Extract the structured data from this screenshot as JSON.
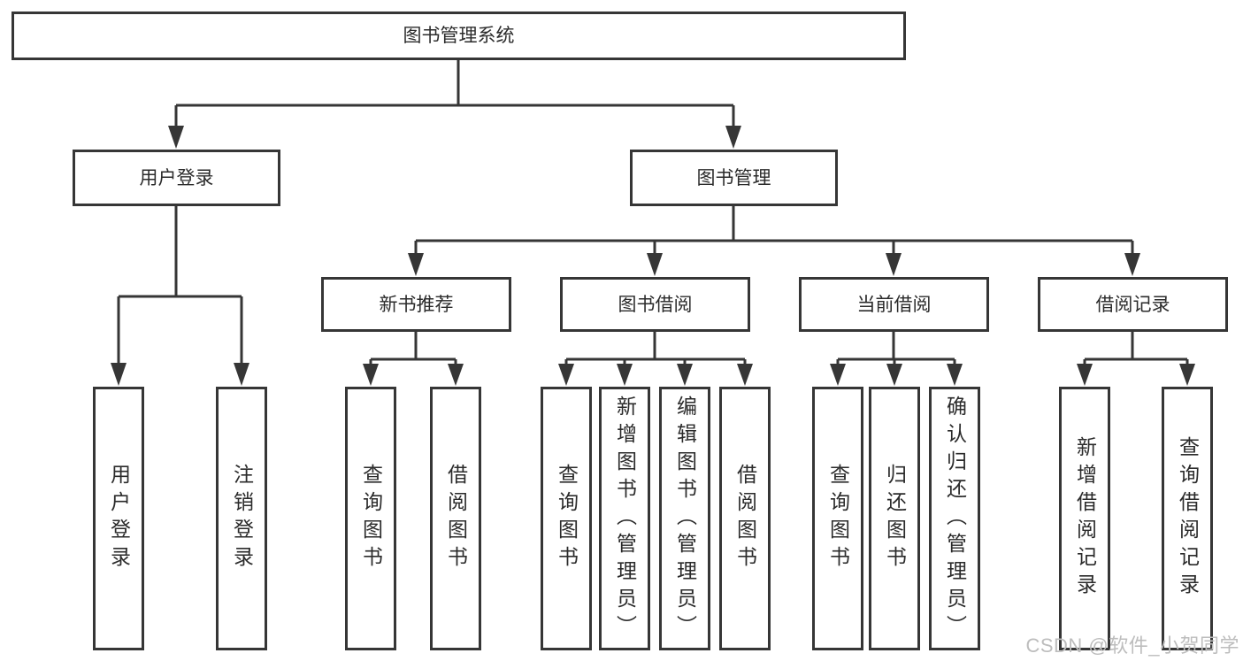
{
  "diagram": {
    "title": "图书管理系统",
    "root": {
      "label": "图书管理系统"
    },
    "user_login": {
      "label": "用户登录",
      "children": [
        {
          "label": "用户登录"
        },
        {
          "label": "注销登录"
        }
      ]
    },
    "book_mgmt": {
      "label": "图书管理",
      "sections": {
        "new_books": {
          "label": "新书推荐",
          "children": [
            {
              "label": "查询图书"
            },
            {
              "label": "借阅图书"
            }
          ]
        },
        "borrowing": {
          "label": "图书借阅",
          "children": [
            {
              "label": "查询图书"
            },
            {
              "label": "新增图书（管理员）"
            },
            {
              "label": "编辑图书（管理员）"
            },
            {
              "label": "借阅图书"
            }
          ]
        },
        "current": {
          "label": "当前借阅",
          "children": [
            {
              "label": "查询图书"
            },
            {
              "label": "归还图书"
            },
            {
              "label": "确认归还（管理员）"
            }
          ]
        },
        "records": {
          "label": "借阅记录",
          "children": [
            {
              "label": "新增借阅记录"
            },
            {
              "label": "查询借阅记录"
            }
          ]
        }
      }
    }
  },
  "watermark": {
    "text": "CSDN @软件_小贺同学"
  },
  "colors": {
    "line": "#363636",
    "text": "#2b2b2b",
    "background": "#ffffff",
    "watermark": "#bdbdbd"
  }
}
